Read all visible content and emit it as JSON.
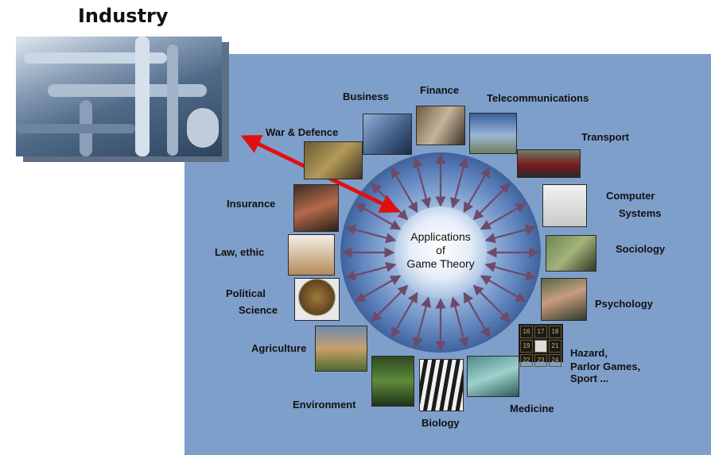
{
  "heading": "Industry",
  "center": {
    "line1": "Applications",
    "line2": "of",
    "line3": "Game Theory"
  },
  "labels": {
    "business": "Business",
    "finance": "Finance",
    "telecom": "Telecommunications",
    "transport": "Transport",
    "war": "War & Defence",
    "computer1": "Computer",
    "computer2": "Systems",
    "insurance": "Insurance",
    "sociology": "Sociology",
    "law": "Law, ethic",
    "political1": "Political",
    "political2": "Science",
    "psychology": "Psychology",
    "agriculture": "Agriculture",
    "hazard1": "Hazard,",
    "hazard2": "Parlor Games,",
    "hazard3": "Sport  ...",
    "environment": "Environment",
    "medicine": "Medicine",
    "biology": "Biology"
  },
  "hazard_grid": [
    "16",
    "17",
    "18",
    "19",
    "",
    "21",
    "22",
    "23",
    "24"
  ],
  "colors": {
    "slide_bg": "#7f9fcb",
    "ring": "#5f84bd",
    "arrow": "#6e4a6a",
    "highlight_arrow": "#e01010"
  }
}
